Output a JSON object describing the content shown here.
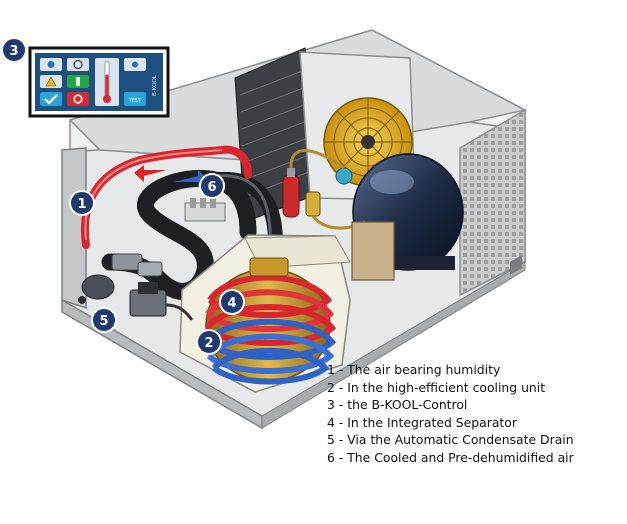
{
  "callouts": [
    {
      "number": "1"
    },
    {
      "number": "2"
    },
    {
      "number": "3"
    },
    {
      "number": "4"
    },
    {
      "number": "5"
    },
    {
      "number": "6"
    }
  ],
  "legend": [
    {
      "text": "1 - The air bearing humidity"
    },
    {
      "text": "2 - In the high-efficient cooling unit"
    },
    {
      "text": "3 - the B-KOOL-Control"
    },
    {
      "text": "4 - In the Integrated Separator"
    },
    {
      "text": "5 - Via the Automatic Condensate Drain"
    },
    {
      "text": "6 - The Cooled and Pre-dehumidified air"
    }
  ],
  "control_panel": {
    "brand_text": "B-KOOL",
    "test_label": "TEST"
  },
  "colors": {
    "callout_fill": "#1f3a6e",
    "hot_pipe": "#d9262c",
    "cold_pipe": "#2e63c4",
    "cabinet": "#d4d6d8",
    "fan_yellow": "#e7b51c",
    "separator_gold": "#b98a2a",
    "panel_blue": "#1d4f80"
  }
}
